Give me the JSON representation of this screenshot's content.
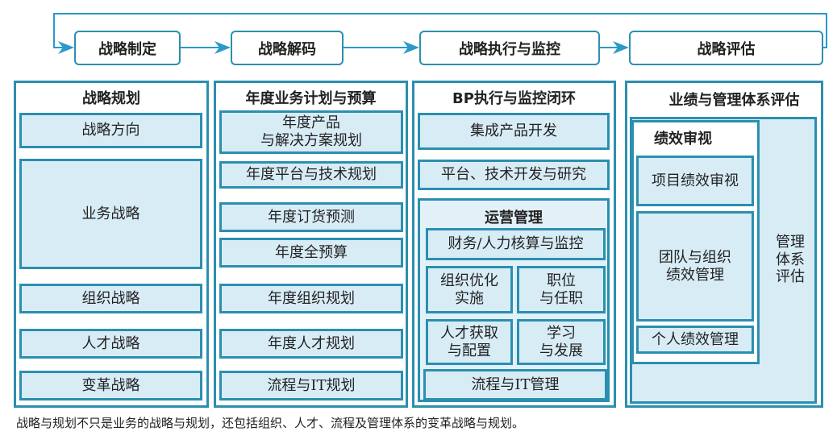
{
  "process": [
    "战略制定",
    "战略解码",
    "战略执行与监控",
    "战略评估"
  ],
  "colors": {
    "border": "#2b8fb0",
    "fill": "#d8ecf6",
    "arrow": "#2a9ac8"
  },
  "p1": {
    "title": "战略规划",
    "items": [
      "战略方向",
      "业务战略",
      "组织战略",
      "人才战略",
      "变革战略"
    ]
  },
  "p2": {
    "title": "年度业务计划与预算",
    "items": [
      "年度产品\n与解决方案规划",
      "年度平台与技术规划",
      "年度订货预测",
      "年度全预算",
      "年度组织规划",
      "年度人才规划",
      "流程与IT规划"
    ]
  },
  "p3": {
    "title": "BP执行与监控闭环",
    "items": [
      "集成产品开发",
      "平台、技术开发与研究"
    ],
    "ops": {
      "title": "运营管理",
      "items": [
        "财务/人力核算与监控",
        "组织优化\n实施",
        "职位\n与任职",
        "人才获取\n与配置",
        "学习\n与发展",
        "流程与IT管理"
      ]
    }
  },
  "p4": {
    "title": "业绩与管理体系评估",
    "review": {
      "title": "绩效审视",
      "items": [
        "项目绩效审视",
        "团队与组织\n绩效管理",
        "个人绩效管理"
      ]
    },
    "side": "管理\n体系\n评估"
  },
  "caption": "战略与规划不只是业务的战略与规划，还包括组织、人才、流程及管理体系的变革战略与规划。"
}
